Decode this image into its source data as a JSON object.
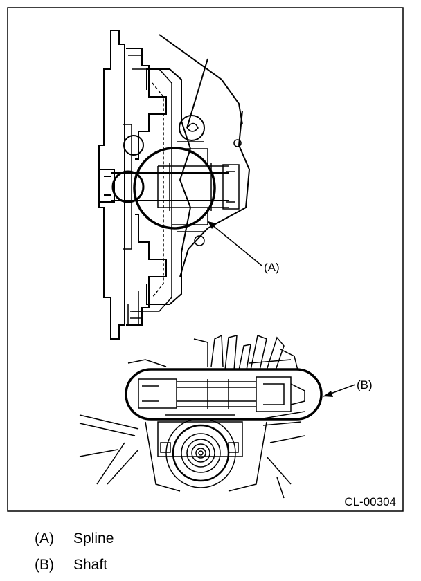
{
  "figure": {
    "code": "CL-00304",
    "callout_a": "(A)",
    "callout_b": "(B)"
  },
  "legend": [
    {
      "key": "(A)",
      "label": "Spline"
    },
    {
      "key": "(B)",
      "label": "Shaft"
    }
  ],
  "colors": {
    "ink": "#000000",
    "paper": "#ffffff"
  }
}
